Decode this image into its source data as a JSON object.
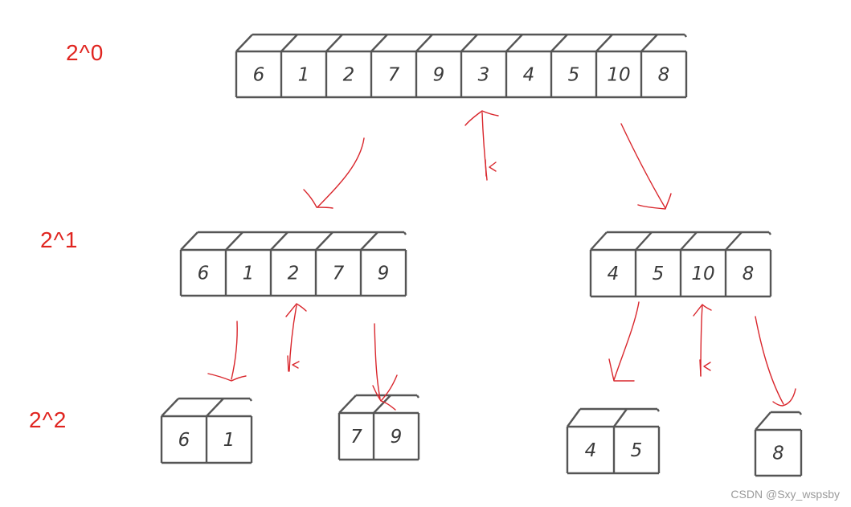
{
  "levels": [
    {
      "label": "2^0"
    },
    {
      "label": "2^1"
    },
    {
      "label": "2^2"
    }
  ],
  "arrays": {
    "level0": [
      "6",
      "1",
      "2",
      "7",
      "9",
      "3",
      "4",
      "5",
      "10",
      "8"
    ],
    "level1_left": [
      "6",
      "1",
      "2",
      "7",
      "9"
    ],
    "level1_right": [
      "4",
      "5",
      "10",
      "8"
    ],
    "level2_a": [
      "6",
      "1"
    ],
    "level2_b": [
      "7",
      "9"
    ],
    "level2_c": [
      "4",
      "5"
    ],
    "level2_d": [
      "8"
    ]
  },
  "colors": {
    "arrow": "#d9262c",
    "label": "#e0241f",
    "box": "#555555",
    "text": "#3a3a3a"
  },
  "watermark": "CSDN @Sxy_wspsby"
}
